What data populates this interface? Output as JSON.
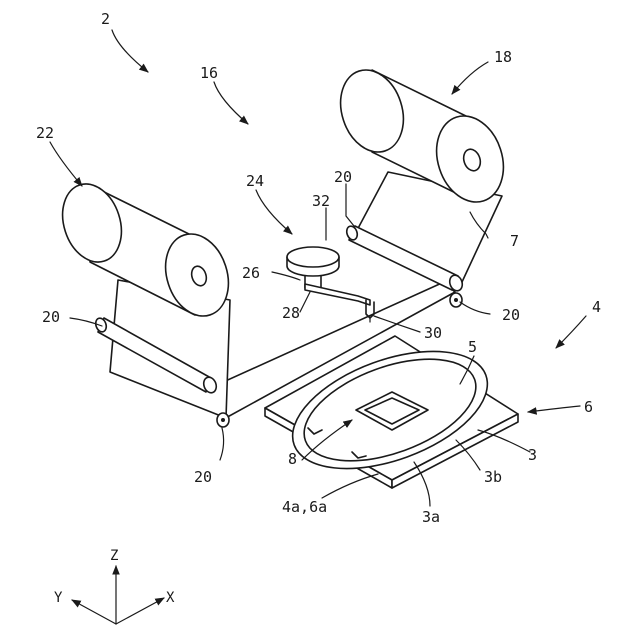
{
  "labels": {
    "apparatus": "2",
    "supply_roll": "18",
    "take_up_roll": "22",
    "tape_unit": "16",
    "pressing_unit": "24",
    "roller_top_right": "20",
    "roller_mid_right": "20",
    "roller_left": "20",
    "roller_bottom_left": "20",
    "tape": "7",
    "plate_head": "32",
    "arm_joint": "26",
    "arm": "28",
    "cutter": "30",
    "table": "4",
    "frame_ring": "5",
    "chuck_table": "6",
    "wafer": "3",
    "wafer_edge_b": "3b",
    "wafer_edge_a": "3a",
    "device": "8",
    "surface_ref": "4a,6a"
  },
  "axes": {
    "z": "Z",
    "x": "X",
    "y": "Y"
  }
}
